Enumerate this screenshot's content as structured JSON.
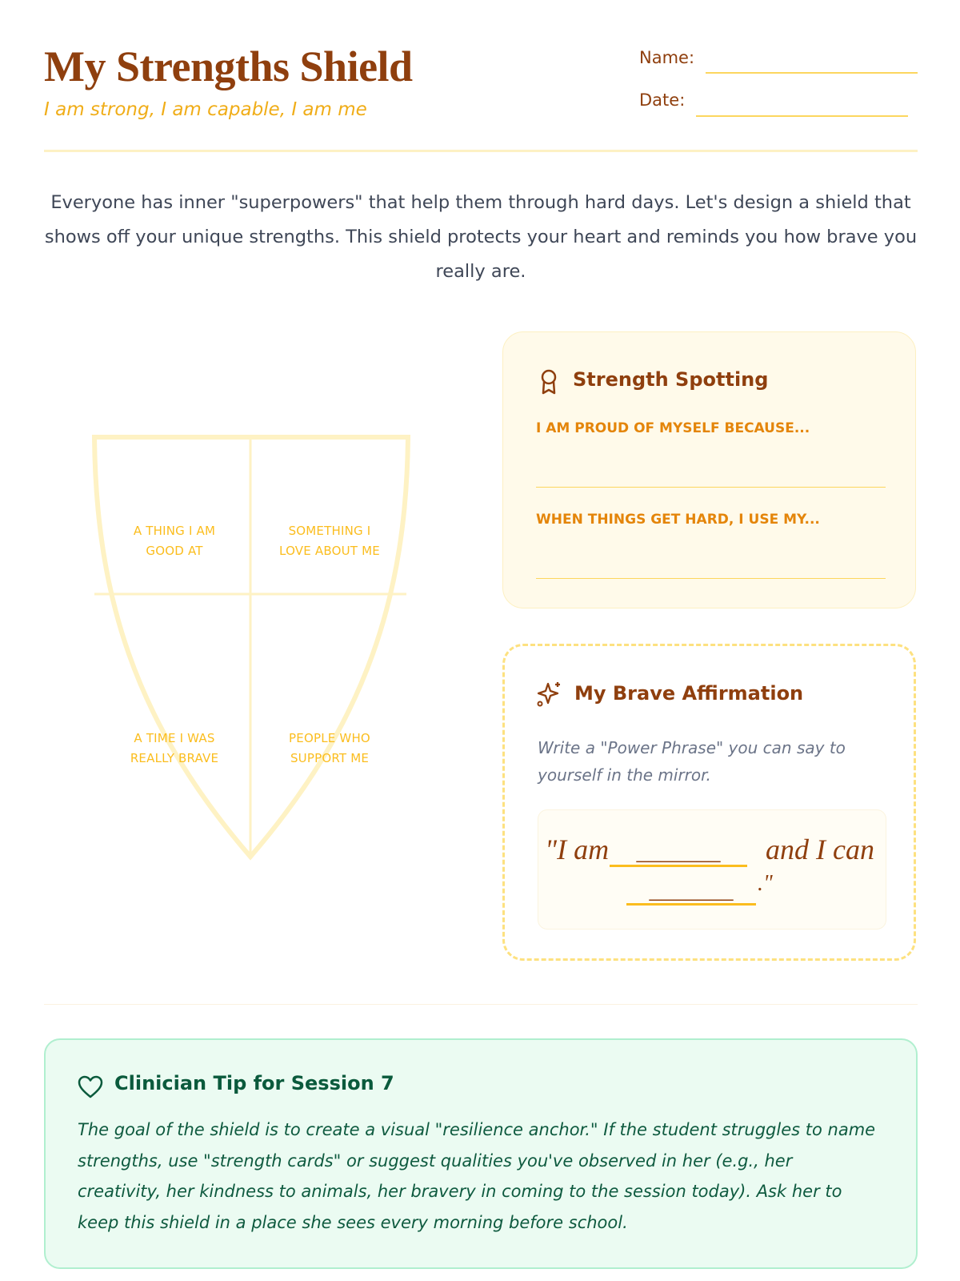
{
  "header": {
    "title": "My Strengths Shield",
    "subtitle": "I am strong, I am capable, I am me",
    "name_label": "Name:",
    "date_label": "Date:"
  },
  "intro": "Everyone has inner \"superpowers\" that help them through hard days. Let's design a shield that shows off your unique strengths. This shield protects your heart and reminds you how brave you really are.",
  "shield": {
    "quadrants": [
      {
        "line1": "A THING I AM",
        "line2": "GOOD AT"
      },
      {
        "line1": "SOMETHING I",
        "line2": "LOVE ABOUT ME"
      },
      {
        "line1": "A TIME I WAS",
        "line2": "REALLY BRAVE"
      },
      {
        "line1": "PEOPLE WHO",
        "line2": "SUPPORT ME"
      }
    ]
  },
  "strength_spotting": {
    "icon": "award-icon",
    "title": "Strength Spotting",
    "prompts": [
      "I AM PROUD OF MYSELF BECAUSE...",
      "WHEN THINGS GET HARD, I USE MY..."
    ]
  },
  "affirmation": {
    "icon": "sparkles-icon",
    "title": "My Brave Affirmation",
    "instructions": "Write a \"Power Phrase\" you can say to yourself in the mirror.",
    "phrase_start": "\"I am",
    "phrase_middle": "and I can",
    "phrase_end": ".\"",
    "blank1": "_______",
    "blank2": "_______"
  },
  "clinician_tip": {
    "icon": "heart-icon",
    "title": "Clinician Tip for Session 7",
    "body": "The goal of the shield is to create a visual \"resilience anchor.\" If the student struggles to name strengths, use \"strength cards\" or suggest qualities you've observed in her (e.g., her creativity, her kindness to animals, her bravery in coming to the session today). Ask her to keep this shield in a place she sees every morning before school."
  },
  "colors": {
    "brand": "#8f3f0e",
    "accent": "#fbbd1e",
    "tip_green": "#0a5a3c"
  }
}
